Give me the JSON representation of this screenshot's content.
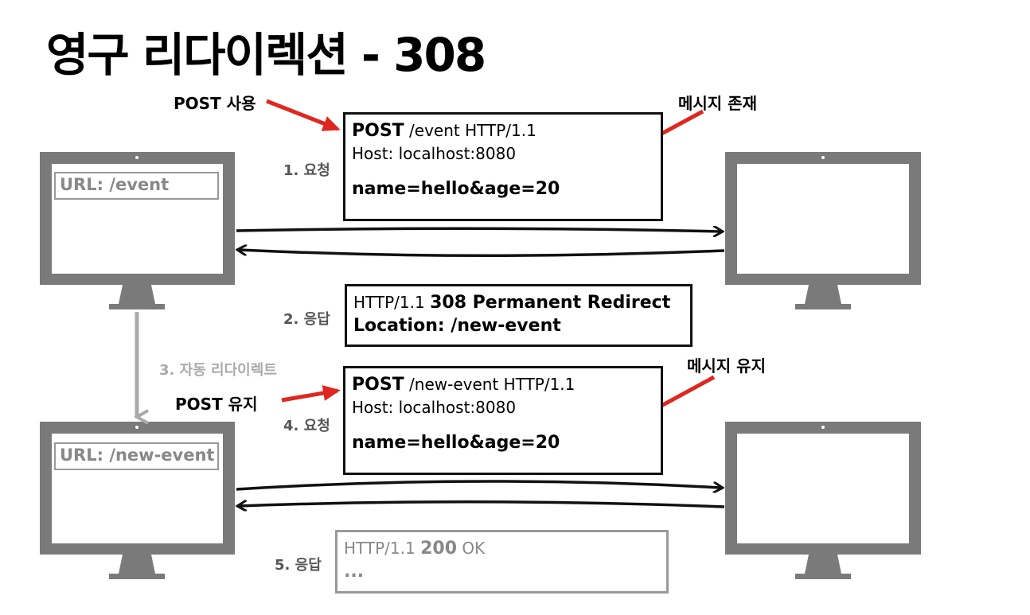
{
  "title": "영구 리다이렉션 - 308",
  "colors": {
    "monitor": "#7a7a7a",
    "arrow": "#e0271f",
    "gray_text": "#888888"
  },
  "client_top": {
    "url_label": "URL: /event"
  },
  "client_bottom": {
    "url_label": "URL: /new-event"
  },
  "steps": {
    "s1": "1. 요청",
    "s2": "2. 응답",
    "s3": "3. 자동 리다이렉트",
    "s4": "4. 요청",
    "s5": "5. 응답"
  },
  "annotations": {
    "post_use": "POST 사용",
    "msg_exists": "메시지 존재",
    "post_keep": "POST 유지",
    "msg_keep": "메시지 유지"
  },
  "request1": {
    "method": "POST",
    "line1_rest": " /event HTTP/1.1",
    "host": "Host: localhost:8080",
    "body": "name=hello&age=20"
  },
  "response2": {
    "status_prefix": "HTTP/1.1 ",
    "status_bold": "308 Permanent Redirect",
    "location": "Location: /new-event"
  },
  "request4": {
    "method": "POST",
    "line1_rest": " /new-event HTTP/1.1",
    "host": "Host: localhost:8080",
    "body": "name=hello&age=20"
  },
  "response5": {
    "status_prefix": "HTTP/1.1 ",
    "status_bold": "200",
    "status_rest": " OK",
    "ellipsis": "..."
  }
}
